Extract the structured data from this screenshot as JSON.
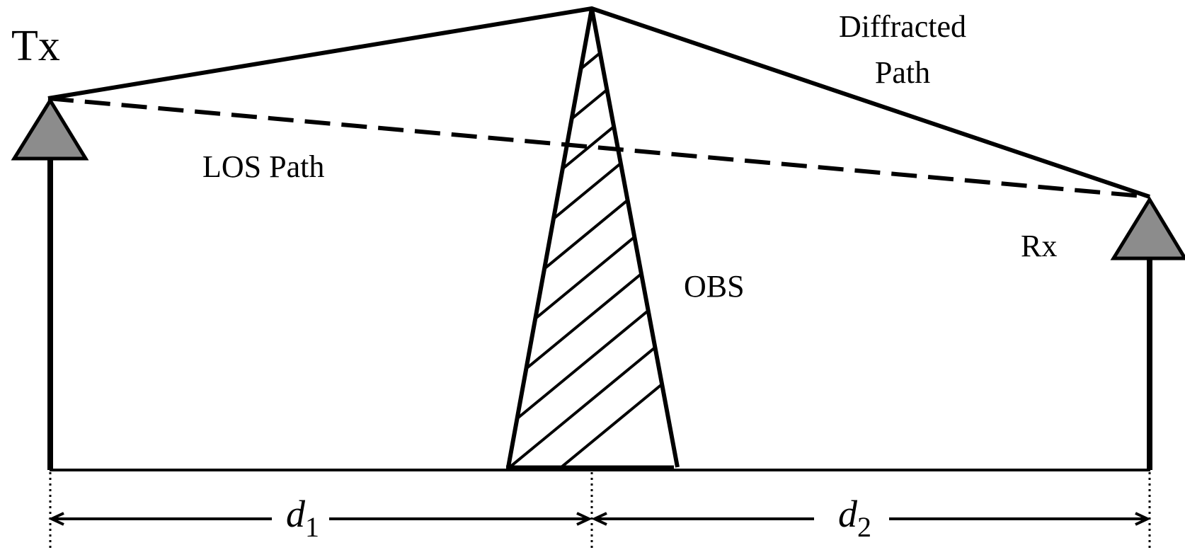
{
  "labels": {
    "tx": "Tx",
    "rx": "Rx",
    "los_path": "LOS Path",
    "diffracted_line1": "Diffracted",
    "diffracted_line2": "Path",
    "obstacle": "OBS",
    "d1_base": "d",
    "d1_sub": "1",
    "d2_base": "d",
    "d2_sub": "2"
  },
  "colors": {
    "line": "#000000",
    "antenna_fill": "#8c8c8c",
    "background": "#ffffff"
  }
}
